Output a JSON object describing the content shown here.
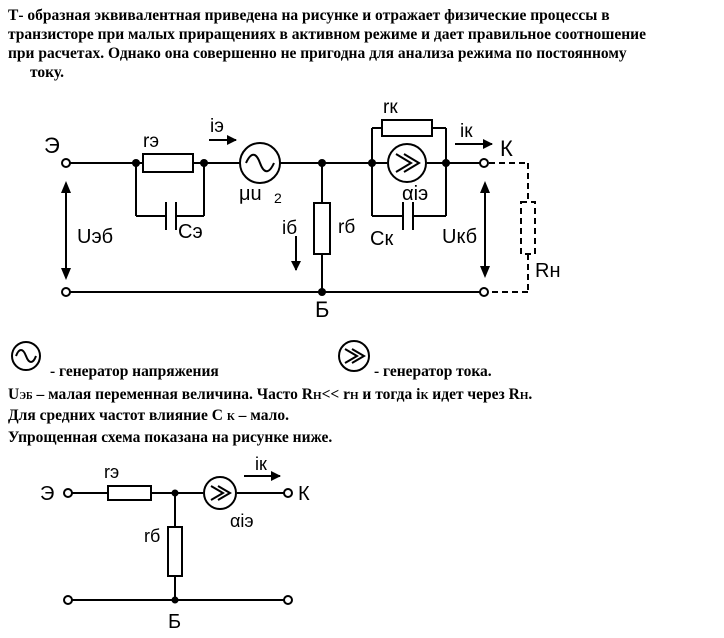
{
  "intro": {
    "line1": "Т- образная  эквивалентная  приведена на рисунке и отражает физические процессы в",
    "line2": "транзисторе при малых приращениях в активном режиме и дает правильное соотношение",
    "line3": "при расчетах.  Однако она совершенно не пригодна для анализа режима по постоянному",
    "line4": "току."
  },
  "circuit1": {
    "emitter": "Э",
    "collector": "К",
    "base": "Б",
    "r_e": "rэ",
    "i_e": "iэ",
    "c_e": "Cэ",
    "mu_u2": "μu",
    "mu_u2_sub": "2",
    "r_b": "rб",
    "i_b": "iб",
    "r_k": "rк",
    "i_k": "iк",
    "alpha_ie": "αiэ",
    "c_k": "Cк",
    "u_eb": "Uэб",
    "u_kb": "Uкб",
    "r_n": "Rн"
  },
  "legend": {
    "voltage_gen": "- генератор напряжения",
    "current_gen": "- генератор тока.",
    "voltage_gen_icon": "sine-source-icon",
    "current_gen_icon": "current-source-icon"
  },
  "notes": {
    "l1_a": "U",
    "l1_b": "ЭБ",
    "l1_c": " – малая переменная величина.  Часто R",
    "l1_d": "Н",
    "l1_e": "<< r",
    "l1_f": "Н",
    "l1_g": "  и тогда i",
    "l1_h": "К",
    "l1_i": "  идет через R",
    "l1_j": "Н",
    "l1_k": ".",
    "l2_a": "Для средних частот влияние С ",
    "l2_b": "К",
    "l2_c": " – мало.",
    "l3": "Упрощенная схема показана на рисунке ниже."
  },
  "circuit2": {
    "emitter": "Э",
    "collector": "К",
    "base": "Б",
    "r_e": "rэ",
    "i_k": "iк",
    "alpha_ie": "αiэ",
    "r_b": "rб"
  }
}
